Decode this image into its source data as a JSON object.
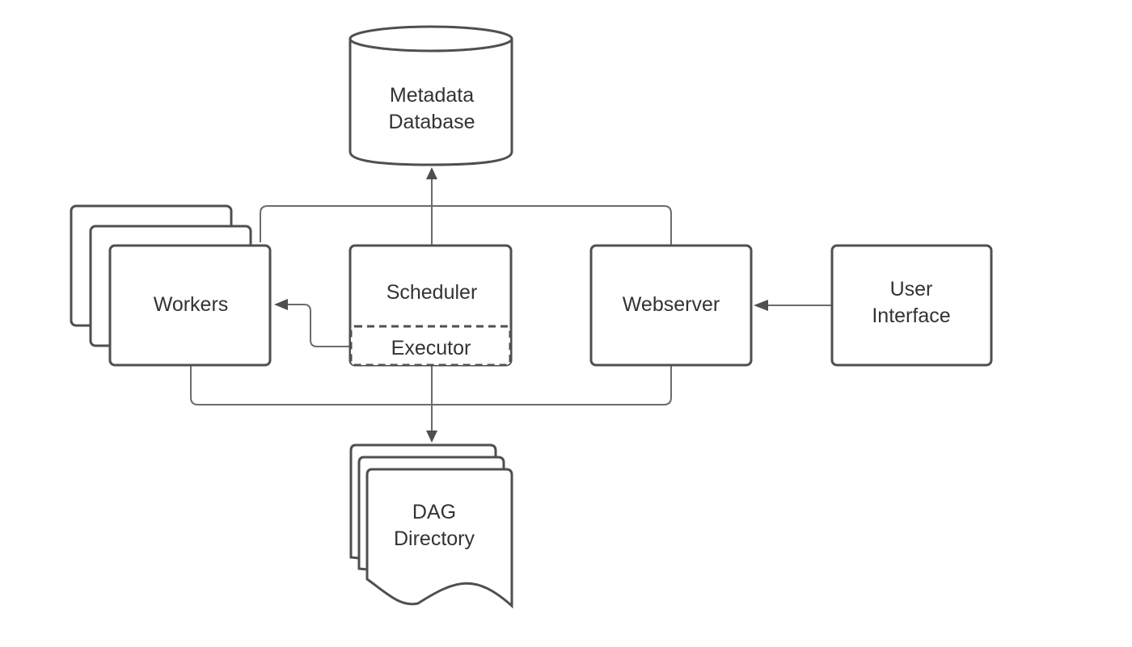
{
  "nodes": {
    "metadata_db": {
      "line1": "Metadata",
      "line2": "Database"
    },
    "workers": {
      "label": "Workers"
    },
    "scheduler": {
      "label": "Scheduler"
    },
    "executor": {
      "label": "Executor"
    },
    "webserver": {
      "label": "Webserver"
    },
    "user_interface": {
      "line1": "User",
      "line2": "Interface"
    },
    "dag_directory": {
      "line1": "DAG",
      "line2": "Directory"
    }
  },
  "colors": {
    "stroke": "#4f4f4f",
    "connector": "#6b6b6b",
    "text": "#333333",
    "background": "#ffffff"
  }
}
